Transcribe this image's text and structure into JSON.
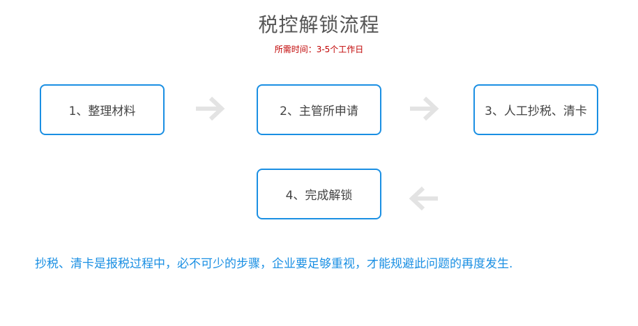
{
  "title": "税控解锁流程",
  "subtitle": "所需时间：3-5个工作日",
  "steps": [
    {
      "label": "1、整理材料"
    },
    {
      "label": "2、主管所申请"
    },
    {
      "label": "3、人工抄税、清卡"
    },
    {
      "label": "4、完成解锁"
    }
  ],
  "note": "抄税、清卡是报税过程中，必不可少的步骤，企业要足够重视，才能规避此问题的再度发生.",
  "colors": {
    "accent": "#1a8fe3",
    "subtitle": "#c00000",
    "arrow": "#e3e3e3",
    "title": "#555555"
  },
  "icons": {
    "arrow_right": "arrow-right-icon",
    "arrow_left": "arrow-left-icon"
  }
}
